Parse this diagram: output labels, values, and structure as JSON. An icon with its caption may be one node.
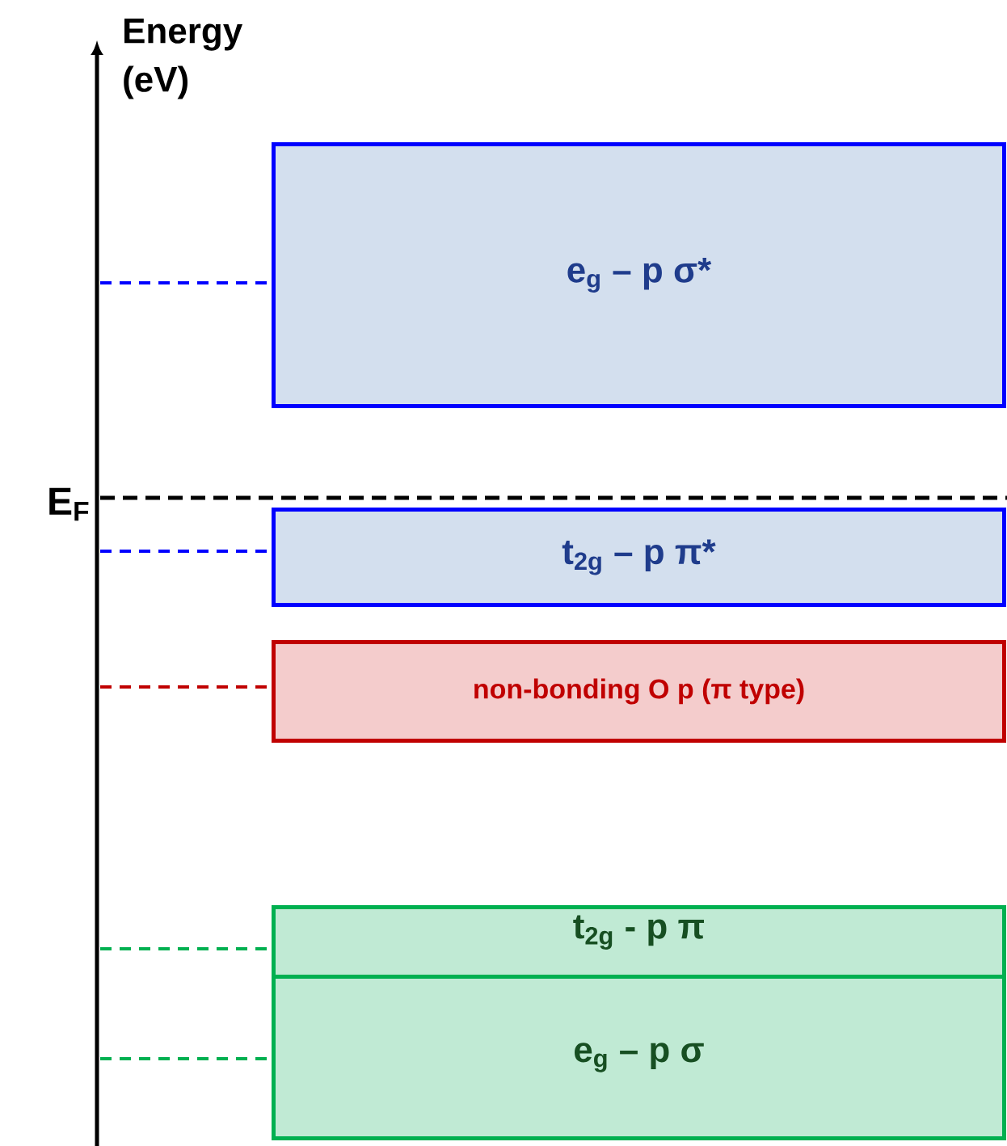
{
  "diagram": {
    "nodes": [
      {
        "text": [
          "e$_{g}$ – p σ*"
        ]
      },
      {
        "text": [
          "t$_{2g}$ – p π*"
        ]
      },
      {
        "text": [
          "non-bonding O p (π type)"
        ]
      },
      {
        "text": [
          "t$_{2g}$ -  p π"
        ]
      },
      {
        "text": [
          "e$_{g}$ – p σ"
        ]
      }
    ],
    "labels": [
      "Energy (eV)",
      "E$_{F}$"
    ]
  }
}
